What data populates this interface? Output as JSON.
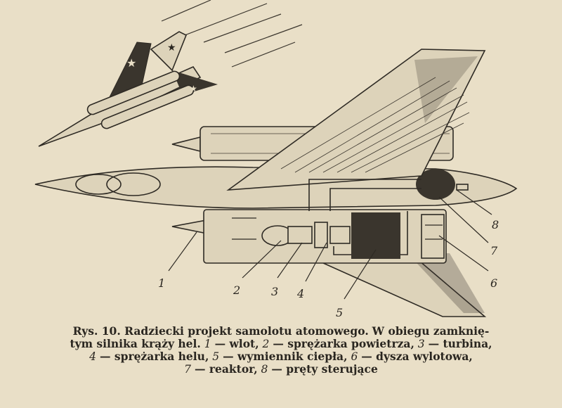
{
  "figure": {
    "callouts": [
      "1",
      "2",
      "3",
      "4",
      "5",
      "6",
      "7",
      "8"
    ]
  },
  "caption": {
    "heading": "Rys. 10. Radziecki projekt samolotu atomowego.",
    "line1_rest": "W obiegu zamknię-",
    "line2_lead": "tym silnika krąży hel.",
    "items": [
      {
        "num": "1",
        "text": "— wlot,"
      },
      {
        "num": "2",
        "text": "— sprężarka powietrza,"
      },
      {
        "num": "3",
        "text": "— turbina,"
      },
      {
        "num": "4",
        "text": "— sprężarka helu,"
      },
      {
        "num": "5",
        "text": "— wymiennik ciepła,"
      },
      {
        "num": "6",
        "text": "— dysza wylotowa,"
      },
      {
        "num": "7",
        "text": "— reaktor,"
      },
      {
        "num": "8",
        "text": "— pręty sterujące"
      }
    ]
  },
  "colors": {
    "paper": "#e9dfc7",
    "ink": "#2a2620"
  }
}
